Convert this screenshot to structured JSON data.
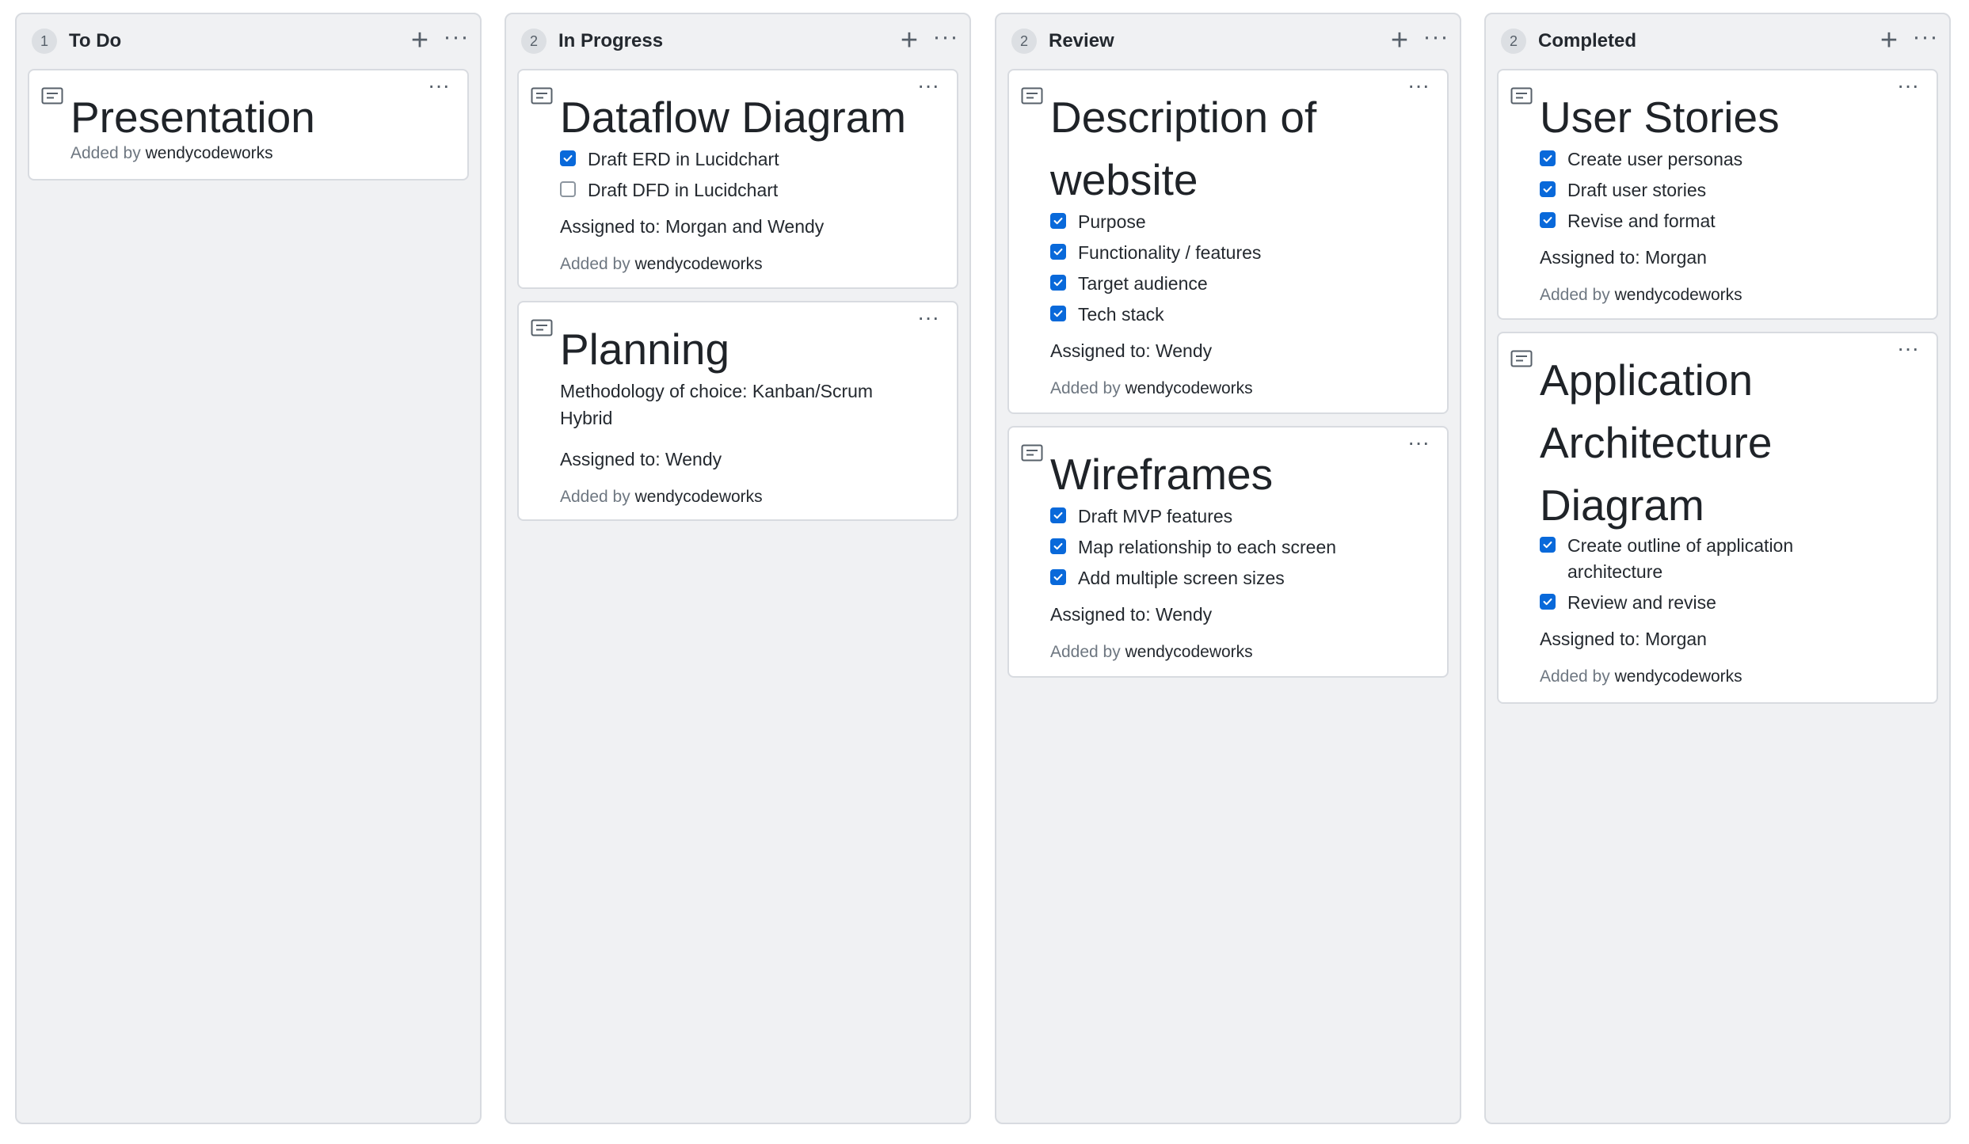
{
  "columns": [
    {
      "count": "1",
      "title": "To Do",
      "cards": [
        {
          "title": "Presentation",
          "added_prefix": "Added by",
          "added_user": "wendycodeworks"
        }
      ]
    },
    {
      "count": "2",
      "title": "In Progress",
      "cards": [
        {
          "title": "Dataflow Diagram",
          "items": [
            {
              "label": "Draft ERD in Lucidchart",
              "checked": true
            },
            {
              "label": "Draft DFD in Lucidchart",
              "checked": false
            }
          ],
          "assigned": "Assigned to: Morgan and Wendy",
          "added_prefix": "Added by",
          "added_user": "wendycodeworks"
        },
        {
          "title": "Planning",
          "description": "Methodology of choice: Kanban/Scrum Hybrid",
          "assigned": "Assigned to: Wendy",
          "added_prefix": "Added by",
          "added_user": "wendycodeworks"
        }
      ]
    },
    {
      "count": "2",
      "title": "Review",
      "cards": [
        {
          "title": "Description of website",
          "items": [
            {
              "label": "Purpose",
              "checked": true
            },
            {
              "label": "Functionality / features",
              "checked": true
            },
            {
              "label": "Target audience",
              "checked": true
            },
            {
              "label": "Tech stack",
              "checked": true
            }
          ],
          "assigned": "Assigned to: Wendy",
          "added_prefix": "Added by",
          "added_user": "wendycodeworks"
        },
        {
          "title": "Wireframes",
          "items": [
            {
              "label": "Draft MVP features",
              "checked": true
            },
            {
              "label": "Map relationship to each screen",
              "checked": true
            },
            {
              "label": "Add multiple screen sizes",
              "checked": true
            }
          ],
          "assigned": "Assigned to: Wendy",
          "added_prefix": "Added by",
          "added_user": "wendycodeworks"
        }
      ]
    },
    {
      "count": "2",
      "title": "Completed",
      "cards": [
        {
          "title": "User Stories",
          "items": [
            {
              "label": "Create user personas",
              "checked": true
            },
            {
              "label": "Draft user stories",
              "checked": true
            },
            {
              "label": "Revise and format",
              "checked": true
            }
          ],
          "assigned": "Assigned to: Morgan",
          "added_prefix": "Added by",
          "added_user": "wendycodeworks"
        },
        {
          "title": "Application Architecture Diagram",
          "items": [
            {
              "label": "Create outline of application architecture",
              "checked": true
            },
            {
              "label": "Review and revise",
              "checked": true
            }
          ],
          "assigned": "Assigned to: Morgan",
          "added_prefix": "Added by",
          "added_user": "wendycodeworks"
        }
      ]
    }
  ],
  "icons": {
    "add": "plus-icon",
    "menu": "ellipsis-icon",
    "note": "note-icon"
  },
  "colors": {
    "checkbox": "#0969da",
    "column_bg": "#f0f1f3",
    "muted_text": "#6e7781"
  }
}
